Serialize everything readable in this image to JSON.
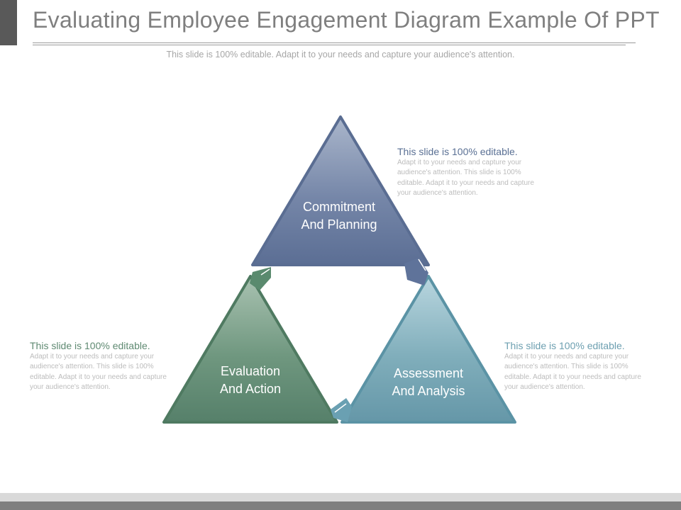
{
  "slide": {
    "title": "Evaluating Employee Engagement Diagram Example Of PPT",
    "subtitle": "This slide is 100% editable. Adapt it to your needs and capture your audience's attention."
  },
  "diagram": {
    "triangles": [
      {
        "id": "top",
        "label_line1": "Commitment",
        "label_line2": "And Planning",
        "color": "#6a7fa3"
      },
      {
        "id": "left",
        "label_line1": "Evaluation",
        "label_line2": "And Action",
        "color": "#5f8a72"
      },
      {
        "id": "right",
        "label_line1": "Assessment",
        "label_line2": "And Analysis",
        "color": "#6fa3b3"
      }
    ]
  },
  "notes": {
    "top": {
      "head": "This slide is 100% editable.",
      "body": "Adapt it to your needs and capture your audience's attention. This slide is 100% editable. Adapt it to your needs and capture your audience's attention."
    },
    "left": {
      "head": "This slide is 100% editable.",
      "body": "Adapt it to your needs and capture your audience's attention. This slide is 100% editable. Adapt it to your needs and capture your audience's attention."
    },
    "right": {
      "head": "This slide is 100% editable.",
      "body": "Adapt it to your needs and capture your audience's attention. This slide is 100% editable. Adapt it to your needs and capture your audience's attention."
    }
  }
}
